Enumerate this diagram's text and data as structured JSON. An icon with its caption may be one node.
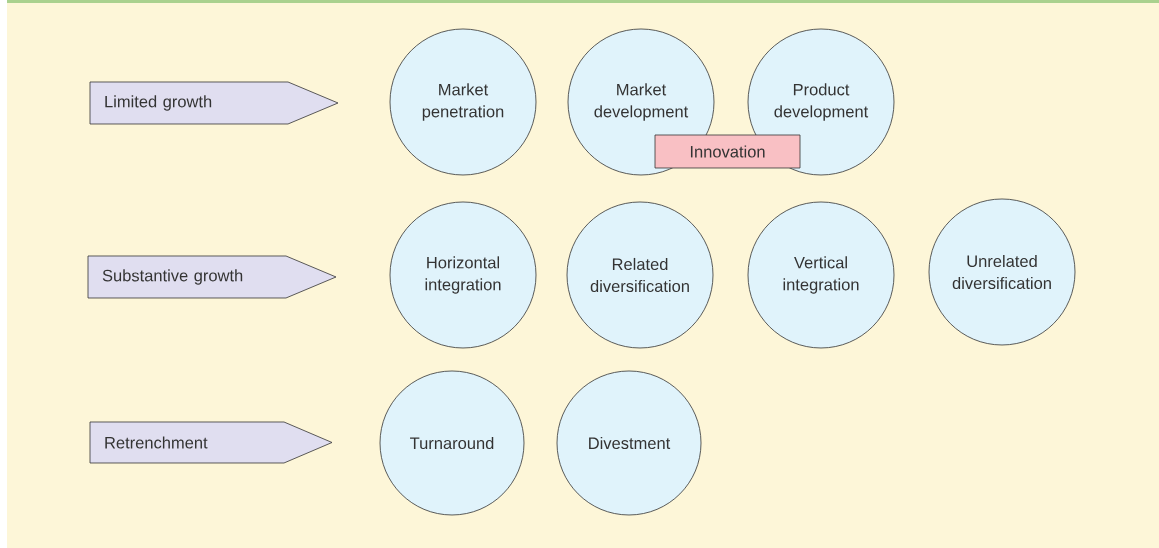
{
  "diagram": {
    "nodes": [
      {
        "text": [
          "Limited growth"
        ]
      },
      {
        "text": [
          "Market penetration"
        ]
      },
      {
        "text": [
          "Market development"
        ]
      },
      {
        "text": [
          "Product development"
        ]
      },
      {
        "text": [
          "Innovation"
        ]
      },
      {
        "text": [
          "Substantive growth"
        ]
      },
      {
        "text": [
          "Horizontal integration"
        ]
      },
      {
        "text": [
          "Related diversification"
        ]
      },
      {
        "text": [
          "Vertical integration"
        ]
      },
      {
        "text": [
          "Unrelated diversification"
        ]
      },
      {
        "text": [
          "Retrenchment"
        ]
      },
      {
        "text": [
          "Turnaround"
        ]
      },
      {
        "text": [
          "Divestment"
        ]
      }
    ]
  }
}
